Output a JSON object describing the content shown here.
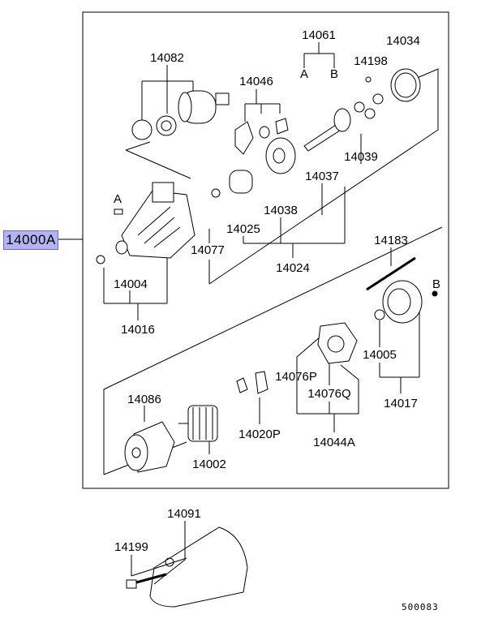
{
  "highlighted_part": {
    "number": "14000A",
    "color": "#b4b4f2"
  },
  "labels": {
    "p14061": "14061",
    "a_top": "A",
    "b_top": "B",
    "p14034": "14034",
    "p14198": "14198",
    "p14082": "14082",
    "p14046": "14046",
    "p14039": "14039",
    "p14037": "14037",
    "p14038": "14038",
    "p14025": "14025",
    "p14077": "14077",
    "p14024": "14024",
    "p14183": "14183",
    "b_side": "B",
    "a_side": "A",
    "p14004": "14004",
    "p14016": "14016",
    "p14005": "14005",
    "p14076P": "14076P",
    "p14076Q": "14076Q",
    "p14017": "14017",
    "p14086": "14086",
    "p14020P": "14020P",
    "p14044A": "14044A",
    "p14002": "14002",
    "p14091": "14091",
    "p14199": "14199"
  },
  "diagram_code": "500083"
}
